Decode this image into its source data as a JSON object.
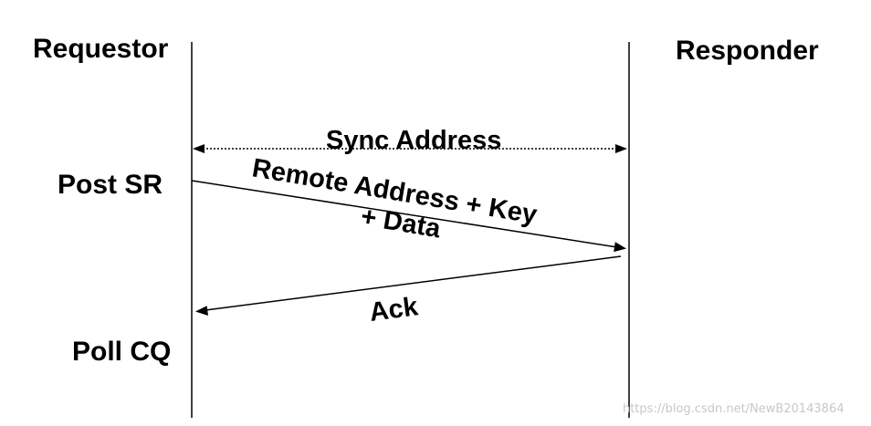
{
  "lifelines": {
    "requestor": "Requestor",
    "responder": "Responder"
  },
  "events": {
    "post_sr": "Post SR",
    "poll_cq": "Poll CQ"
  },
  "messages": {
    "sync": "Sync Address",
    "remote_line1": "Remote Address + Key",
    "remote_line2": "+ Data",
    "ack": "Ack"
  },
  "watermark": "https://blog.csdn.net/NewB20143864",
  "colors": {
    "line": "#000000",
    "text": "#000000",
    "watermark": "#c8c8c8"
  }
}
